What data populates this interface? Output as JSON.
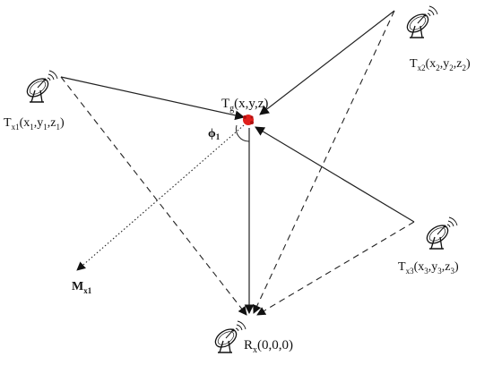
{
  "labels": {
    "target": {
      "base": "T",
      "sub": "g",
      "tail": "(x,y,z)"
    },
    "tx1": {
      "base": "T",
      "sub": "x1",
      "coords": [
        {
          "t": "(x"
        },
        {
          "s": "1"
        },
        {
          "t": ",y"
        },
        {
          "s": "1"
        },
        {
          "t": ",z"
        },
        {
          "s": "1"
        },
        {
          "t": ")"
        }
      ]
    },
    "tx2": {
      "base": "T",
      "sub": "x2",
      "coords": [
        {
          "t": "(x"
        },
        {
          "s": "2"
        },
        {
          "t": ",y"
        },
        {
          "s": "2"
        },
        {
          "t": ",z"
        },
        {
          "s": "2"
        },
        {
          "t": ")"
        }
      ]
    },
    "tx3": {
      "base": "T",
      "sub": "x3",
      "coords": [
        {
          "t": "(x"
        },
        {
          "s": "3"
        },
        {
          "t": ",y"
        },
        {
          "s": "3"
        },
        {
          "t": ",z"
        },
        {
          "s": "3"
        },
        {
          "t": ")"
        }
      ]
    },
    "rx": {
      "base": "R",
      "sub": "x",
      "tail": "(0,0,0)"
    },
    "angle": {
      "base": "ϕ",
      "sub": "1"
    },
    "mirror": {
      "base": "M",
      "sub": "x1"
    }
  },
  "icons": {
    "tx1": "satellite-dish-icon",
    "tx2": "satellite-dish-icon",
    "tx3": "satellite-dish-icon",
    "rx": "satellite-dish-icon"
  },
  "colors": {
    "target_marker": "#e0201c",
    "lines": "#222222"
  }
}
